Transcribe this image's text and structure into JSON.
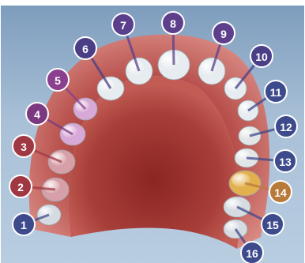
{
  "colors": {
    "background": "#a9c0d7",
    "gum": "#c0605e",
    "palate": "#b2453f",
    "tooth": "#e6ecef",
    "highlight_incisor": "#5e3f8c",
    "pin_outline": "#ffffff",
    "selected_tooth": "#e2b04d",
    "selected_pin": "#b87a3b"
  },
  "teeth": [
    {
      "label": "1",
      "pin_color": "#3d4a8c",
      "tooth_color": "#d5dbe0",
      "pin_icon": "tooth-number-pin"
    },
    {
      "label": "2",
      "pin_color": "#a03844",
      "tooth_color": "#d7a0a8",
      "pin_icon": "tooth-number-pin"
    },
    {
      "label": "3",
      "pin_color": "#a03844",
      "tooth_color": "#d7a0a8",
      "pin_icon": "tooth-number-pin"
    },
    {
      "label": "4",
      "pin_color": "#7b3a7f",
      "tooth_color": "#d8a8d6",
      "pin_icon": "tooth-number-pin"
    },
    {
      "label": "5",
      "pin_color": "#8a3f8f",
      "tooth_color": "#d8a8d6",
      "pin_icon": "tooth-number-pin"
    },
    {
      "label": "6",
      "pin_color": "#4a3e86",
      "tooth_color": "#e6ecef",
      "pin_icon": "tooth-number-pin"
    },
    {
      "label": "7",
      "pin_color": "#5a3f8c",
      "tooth_color": "#e6ecef",
      "pin_icon": "tooth-number-pin"
    },
    {
      "label": "8",
      "pin_color": "#5e3f8c",
      "tooth_color": "#e6ecef",
      "pin_icon": "tooth-number-pin"
    },
    {
      "label": "9",
      "pin_color": "#5e3f8c",
      "tooth_color": "#e6ecef",
      "pin_icon": "tooth-number-pin"
    },
    {
      "label": "10",
      "pin_color": "#4a3e86",
      "tooth_color": "#e6ecef",
      "pin_icon": "tooth-number-pin"
    },
    {
      "label": "11",
      "pin_color": "#3d4a8c",
      "tooth_color": "#e6ecef",
      "pin_icon": "tooth-number-pin"
    },
    {
      "label": "12",
      "pin_color": "#3d4a8c",
      "tooth_color": "#e2e6e6",
      "pin_icon": "tooth-number-pin"
    },
    {
      "label": "13",
      "pin_color": "#3d4a8c",
      "tooth_color": "#e2e6e6",
      "pin_icon": "tooth-number-pin"
    },
    {
      "label": "14",
      "pin_color": "#b87a3b",
      "tooth_color": "#e2b04d",
      "pin_icon": "tooth-number-pin"
    },
    {
      "label": "15",
      "pin_color": "#3d4a8c",
      "tooth_color": "#d5dbe0",
      "pin_icon": "tooth-number-pin"
    },
    {
      "label": "16",
      "pin_color": "#3d4a8c",
      "tooth_color": "#d5dbe0",
      "pin_icon": "tooth-number-pin"
    }
  ]
}
